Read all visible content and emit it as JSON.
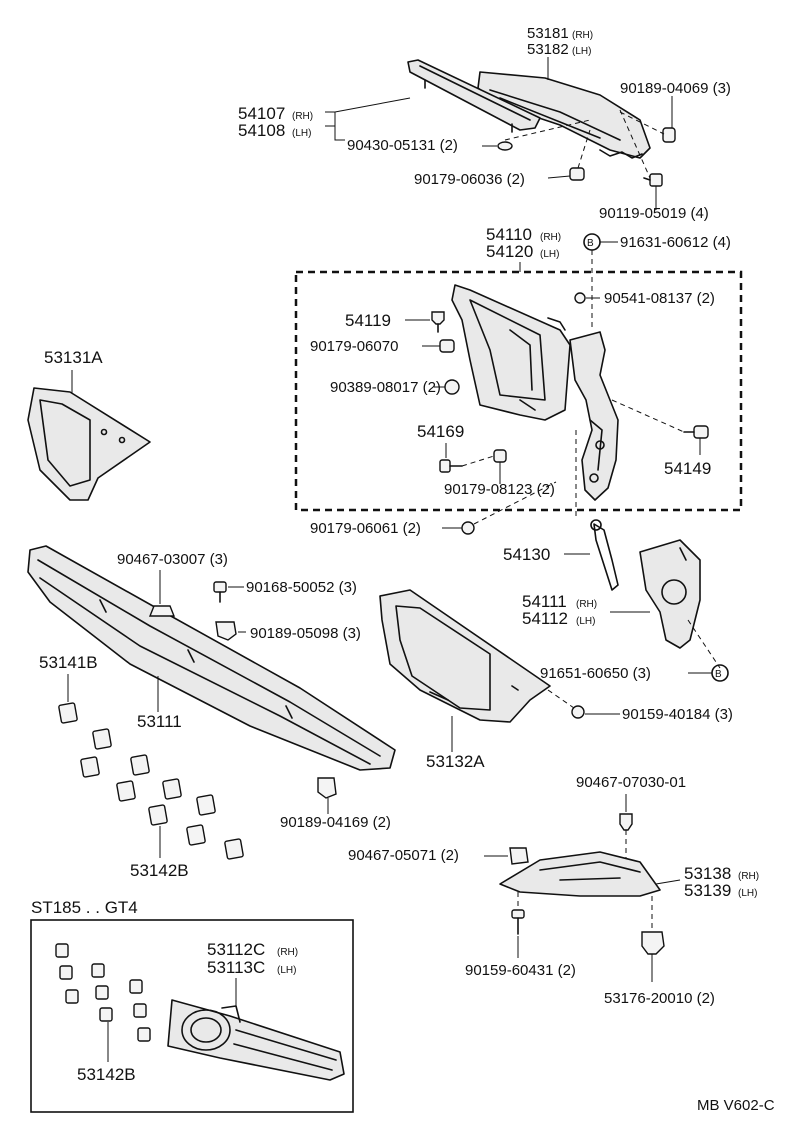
{
  "labels": {
    "l53181": "53181",
    "l53181s": "(RH)",
    "l53182": "53182",
    "l53182s": "(LH)",
    "l90189_04069": "90189-04069 (3)",
    "l54107": "54107",
    "l54107s": "(RH)",
    "l54108": "54108",
    "l54108s": "(LH)",
    "l90430": "90430-05131 (2)",
    "l90179_06036": "90179-06036 (2)",
    "l90119": "90119-05019 (4)",
    "l54110": "54110",
    "l54110s": "(RH)",
    "l54120": "54120",
    "l54120s": "(LH)",
    "lB1": "B",
    "l91631": "91631-60612 (4)",
    "l54119": "54119",
    "l90541": "90541-08137 (2)",
    "l90179_06070": "90179-06070",
    "l53131A": "53131A",
    "l90389": "90389-08017 (2)",
    "l54169": "54169",
    "l54149": "54149",
    "l90179_08123": "90179-08123 (2)",
    "l90179_06061": "90179-06061 (2)",
    "l54130": "54130",
    "l90467_03007": "90467-03007 (3)",
    "l90168": "90168-50052 (3)",
    "l54111": "54111",
    "l54111s": "(RH)",
    "l54112": "54112",
    "l54112s": "(LH)",
    "l90189_05098": "90189-05098 (3)",
    "l53141B": "53141B",
    "l91651": "91651-60650 (3)",
    "lB2": "B",
    "l53111": "53111",
    "l90159_40184": "90159-40184 (3)",
    "l53132A": "53132A",
    "l90467_07030": "90467-07030-01",
    "l90189_04169": "90189-04169 (2)",
    "l90467_05071": "90467-05071 (2)",
    "l53138": "53138",
    "l53138s": "(RH)",
    "l53139": "53139",
    "l53139s": "(LH)",
    "l53142B_1": "53142B",
    "lST185": "ST185 . . GT4",
    "l90159_60431": "90159-60431 (2)",
    "l53176": "53176-20010 (2)",
    "l53112C": "53112C",
    "l53112Cs": "(RH)",
    "l53113C": "53113C",
    "l53113Cs": "(LH)",
    "l53142B_2": "53142B",
    "lMB": "MB V602-C"
  }
}
